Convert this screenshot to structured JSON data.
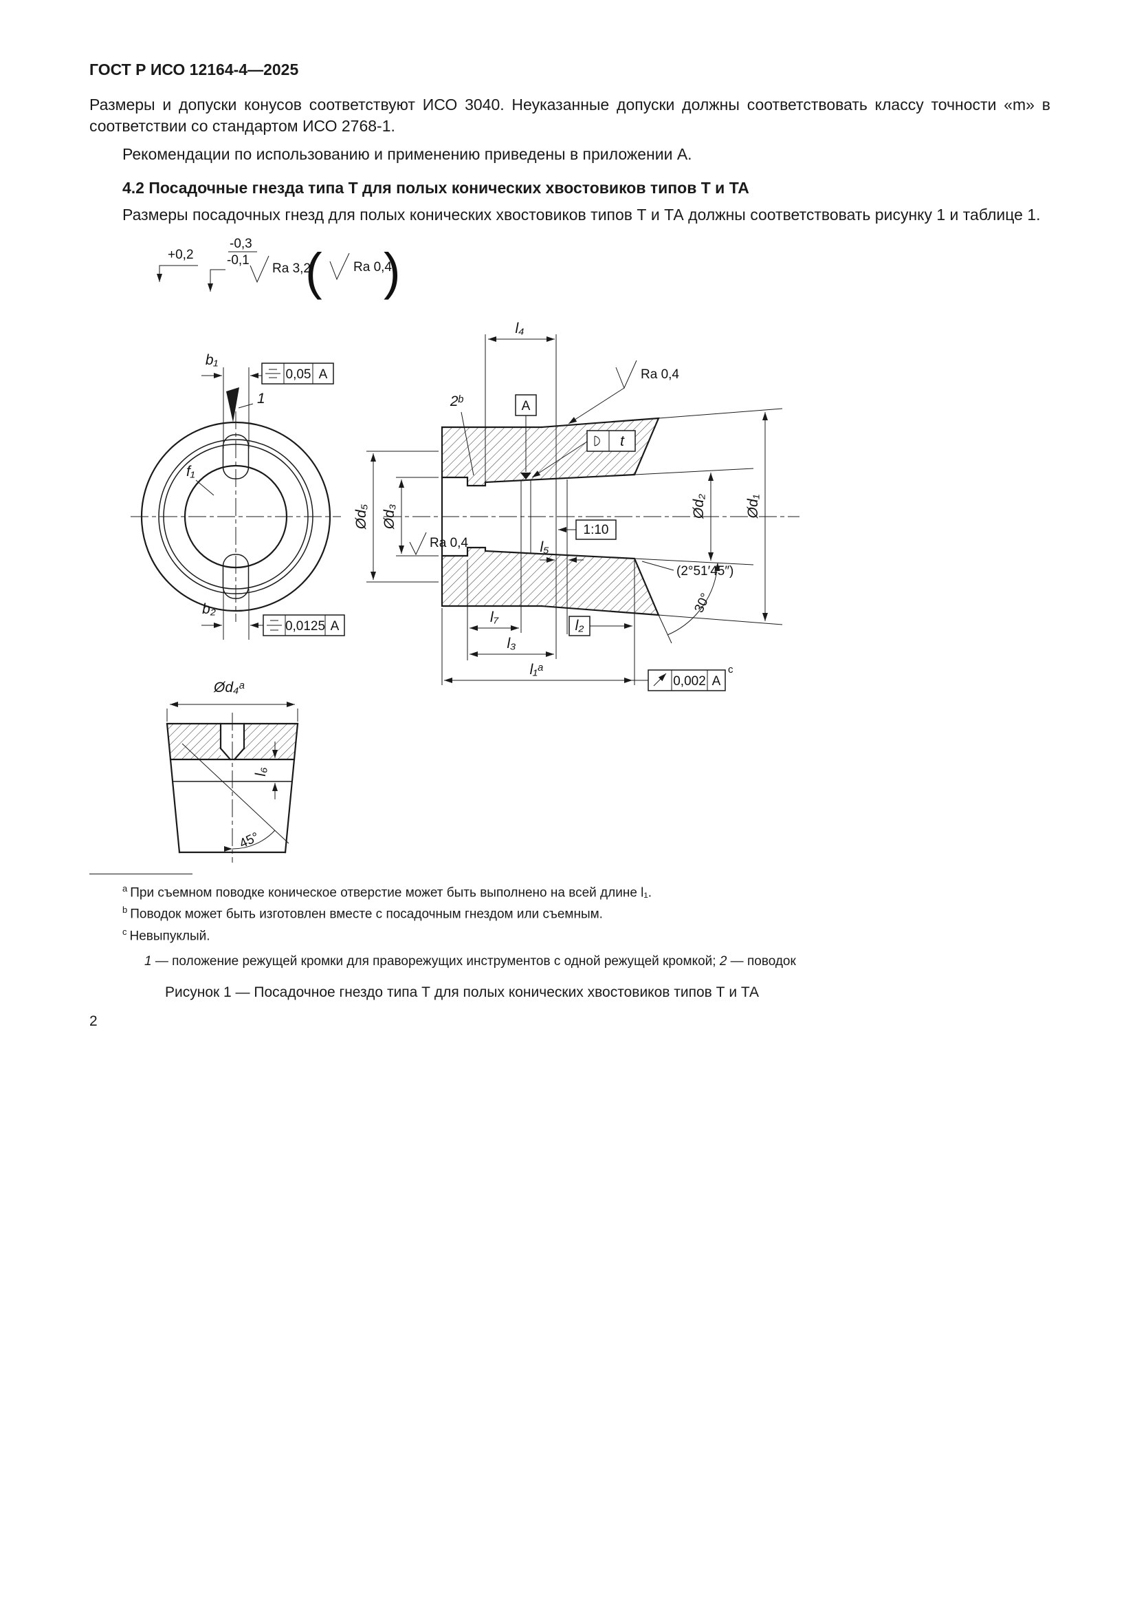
{
  "header": {
    "title": "ГОСТ Р ИСО 12164-4—2025"
  },
  "body": {
    "p1": "Размеры и допуски конусов соответствуют ИСО 3040. Неуказанные допуски должны соответствовать классу точности «m» в соответствии со стандартом ИСО 2768-1.",
    "p2": "Рекомендации по использованию и применению приведены в приложении А.",
    "h42": "4.2 Посадочные гнезда типа Т для полых конических хвостовиков типов Т и ТА",
    "p3": "Размеры посадочных гнезд для полых конических хвостовиков типов Т и ТА должны соответствовать рисунку 1 и таблице 1."
  },
  "drawing": {
    "tol": {
      "plus": "+0,2",
      "minus_hi": "-0,3",
      "minus_lo": "-0,1",
      "ra_main": "Ra 3,2",
      "ra_paren": "Ra 0,4",
      "paren_open": "(",
      "paren_close": ")"
    },
    "front": {
      "b1": "b₁",
      "b2": "b₂",
      "f1": "f₁",
      "pos1": "1",
      "frame_b1": {
        "tol": "0,05",
        "datum": "A"
      },
      "frame_b2": {
        "tol": "0,0125",
        "datum": "A"
      }
    },
    "section": {
      "l4": "l₄",
      "ra_top": "Ra 0,4",
      "pos2": "2ᵇ",
      "datum": "A",
      "t": "t",
      "d5": "Ød₅",
      "d3": "Ød₃",
      "d2": "Ød₂",
      "d1": "Ød₁",
      "ra_left": "Ra 0,4",
      "taper": "1:10",
      "l5": "l₅",
      "angle_taper": "(2°51′45″)",
      "angle30": "30°",
      "l7": "l₇",
      "l2": "l₂",
      "l3": "l₃",
      "l1": "l₁ᵃ",
      "runout": {
        "tol": "0,002",
        "datum": "A",
        "note": "c"
      }
    },
    "bottom": {
      "d4": "Ød₄ᵃ",
      "l6": "l₆",
      "angle45": "45°"
    }
  },
  "footnotes": {
    "a": {
      "marker": "a",
      "text": "При съемном поводке коническое отверстие может быть выполнено на всей длине l₁."
    },
    "b": {
      "marker": "b",
      "text": "Поводок может быть изготовлен вместе с посадочным гнездом или съемным."
    },
    "c": {
      "marker": "c",
      "text": "Невыпуклый."
    }
  },
  "legend": {
    "n1": "1",
    "t1": " — положение режущей кромки для праворежущих инструментов с одной режущей кромкой; ",
    "n2": "2",
    "t2": " — поводок"
  },
  "caption": "Рисунок 1 — Посадочное гнездо типа Т для полых конических хвостовиков типов Т и ТА",
  "page_number": "2"
}
